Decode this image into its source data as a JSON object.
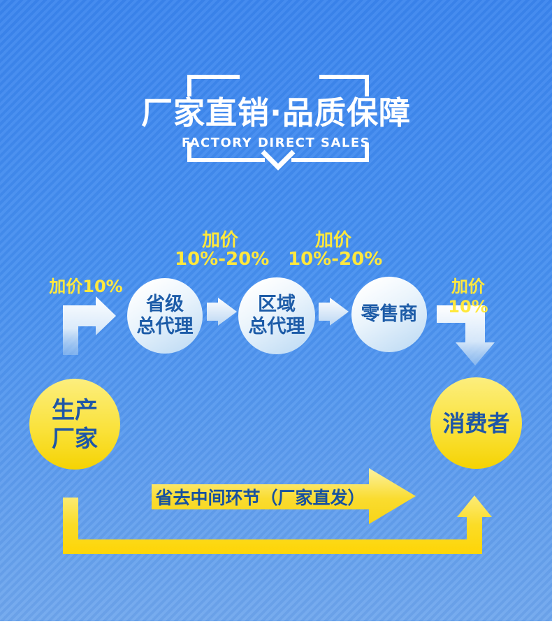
{
  "header": {
    "title": "厂家直销·品质保障",
    "subtitle": "FACTORY DIRECT SALES"
  },
  "flow": {
    "markup_left": "加价10%",
    "markup_mid1": {
      "line1": "加价",
      "line2": "10%-20%"
    },
    "markup_mid2": {
      "line1": "加价",
      "line2": "10%-20%"
    },
    "markup_right": "加价10%",
    "nodes": [
      {
        "line1": "省级",
        "line2": "总代理"
      },
      {
        "line1": "区域",
        "line2": "总代理"
      },
      {
        "line1": "零售商"
      }
    ]
  },
  "bottom": {
    "producer": {
      "line1": "生产",
      "line2": "厂家"
    },
    "consumer": "消费者",
    "direct_label": "省去中间环节（厂家直发）"
  },
  "colors": {
    "background_top": "#3B85EE",
    "background_bottom": "#70A7ED",
    "title_white": "#FFFFFF",
    "accent_yellow_text": "#FFE83D",
    "node_circle_top": "#FFFFFF",
    "node_circle_bottom": "#B9D8F3",
    "node_text_blue": "#1D5CA8",
    "yellow_circle_top": "#FCEE7E",
    "yellow_circle_bottom": "#F5D303",
    "yellow_path": "#FED403",
    "arrow_label_text": "#17519F"
  },
  "shapes": {
    "title_frame": "corner-brackets",
    "chevron": "chevron-down",
    "bent_arrow_left": "bend-arrow-up-right",
    "flow_arrow": "right-triangle-arrow",
    "bent_arrow_right": "bend-arrow-right-down",
    "direct_ship_arrow": "right-block-arrow",
    "return_path_arrow": "u-path-arrow-up"
  }
}
